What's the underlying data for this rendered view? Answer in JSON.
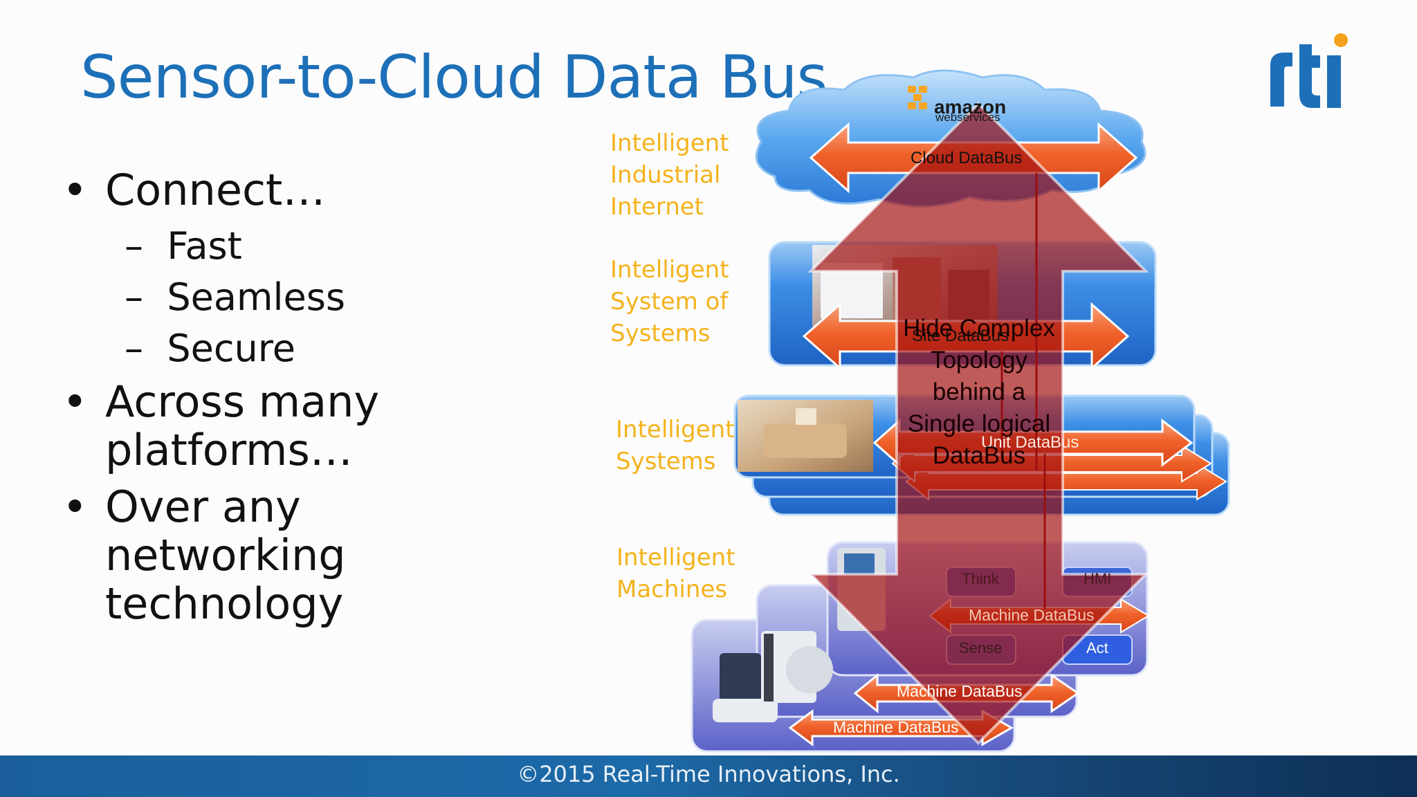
{
  "slide": {
    "title": "Sensor-to-Cloud Data Bus",
    "footer": "©2015 Real-Time Innovations, Inc.",
    "logo_text": "rti"
  },
  "bullets": {
    "level1": [
      {
        "text": "Connect…"
      },
      {
        "text": "Across many platforms…"
      },
      {
        "text": "Over any networking technology"
      }
    ],
    "connect_sub": [
      "Fast",
      "Seamless",
      "Secure"
    ],
    "dash": "–",
    "dot": "•"
  },
  "tiers": {
    "cloud": "Intelligent Industrial Internet",
    "site": "Intelligent System of Systems",
    "unit": "Intelligent Systems",
    "machine": "Intelligent Machines"
  },
  "diagram": {
    "cloud_logo": "amazon",
    "cloud_logo_sub": "webservices",
    "cloud_bus": "Cloud DataBus",
    "site_bus": "Site DataBus",
    "unit_bus": "Unit DataBus",
    "machine_bus_top": "Machine DataBus",
    "machine_bus_mid": "Machine DataBus",
    "machine_bus_bottom": "Machine DataBus",
    "think": "Think",
    "hmi": "HMI",
    "sense": "Sense",
    "act": "Act",
    "overlay_message": "Hide Complex Topology behind a Single logical DataBus"
  },
  "colors": {
    "title_blue": "#1d70b8",
    "tier_orange": "#f4b21b",
    "bus_arrow": "#f0622a",
    "overlay_red": "#9e0e0e",
    "panel_blue": "#2b7fe0"
  }
}
